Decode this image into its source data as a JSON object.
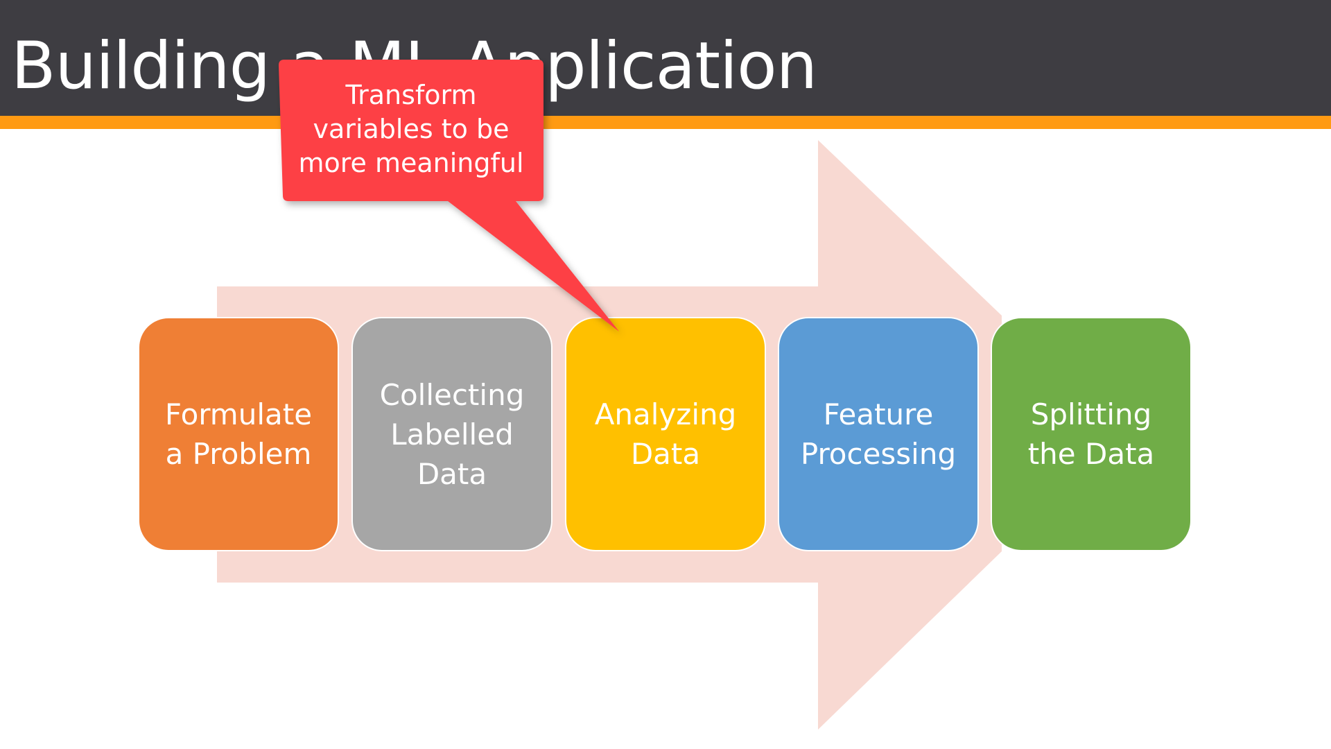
{
  "slide": {
    "title": "Building a ML Application",
    "title_color": "#ffffff",
    "header_color": "#3e3d42",
    "accent_color": "#ff9a12"
  },
  "arrow": {
    "color": "#f8d9d2"
  },
  "steps": [
    {
      "label": "Formulate\na Problem",
      "color": "#ef7f35",
      "text_color": "#ffffff"
    },
    {
      "label": "Collecting\nLabelled\nData",
      "color": "#a6a6a6",
      "text_color": "#ffffff"
    },
    {
      "label": "Analyzing\nData",
      "color": "#ffc000",
      "text_color": "#ffffff"
    },
    {
      "label": "Feature\nProcessing",
      "color": "#5b9bd5",
      "text_color": "#ffffff"
    },
    {
      "label": "Splitting\nthe Data",
      "color": "#70ad47",
      "text_color": "#ffffff"
    }
  ],
  "callout": {
    "text": "Transform\nvariables to be\nmore meaningful",
    "color": "#fd4145",
    "text_color": "#ffffff",
    "points_to_step": 2
  }
}
